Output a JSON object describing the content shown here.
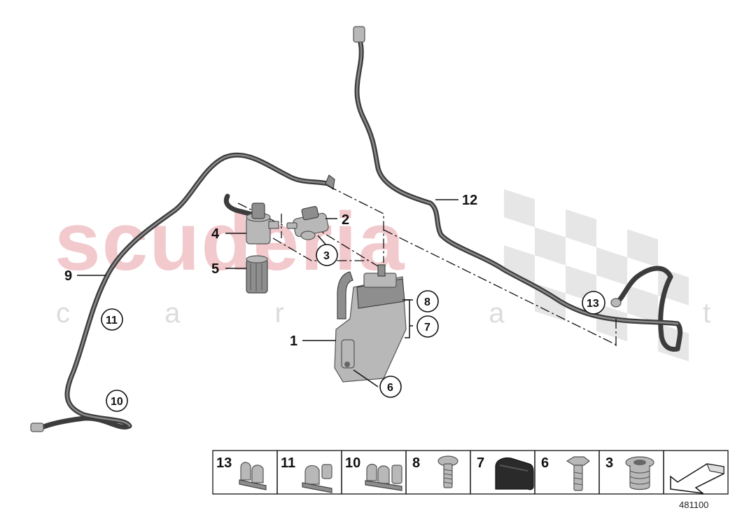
{
  "watermark": {
    "brand": "scuderia",
    "tagline": "c a r   p a r t s"
  },
  "callouts": [
    {
      "id": "1",
      "circled": false
    },
    {
      "id": "2",
      "circled": false
    },
    {
      "id": "3",
      "circled": true
    },
    {
      "id": "4",
      "circled": false
    },
    {
      "id": "5",
      "circled": false
    },
    {
      "id": "6",
      "circled": true
    },
    {
      "id": "7",
      "circled": true
    },
    {
      "id": "8",
      "circled": true
    },
    {
      "id": "9",
      "circled": false
    },
    {
      "id": "10",
      "circled": true
    },
    {
      "id": "11",
      "circled": true
    },
    {
      "id": "12",
      "circled": false
    },
    {
      "id": "13",
      "circled": true
    }
  ],
  "legend": [
    {
      "num": "13",
      "icon": "clip-double-icon"
    },
    {
      "num": "11",
      "icon": "clip-single-icon"
    },
    {
      "num": "10",
      "icon": "clip-triple-icon"
    },
    {
      "num": "8",
      "icon": "torx-bolt-icon"
    },
    {
      "num": "7",
      "icon": "rubber-cap-icon"
    },
    {
      "num": "6",
      "icon": "hex-bolt-icon"
    },
    {
      "num": "3",
      "icon": "grommet-icon"
    },
    {
      "num": "",
      "icon": "direction-arrow-icon"
    }
  ],
  "diagram_number": "481100"
}
